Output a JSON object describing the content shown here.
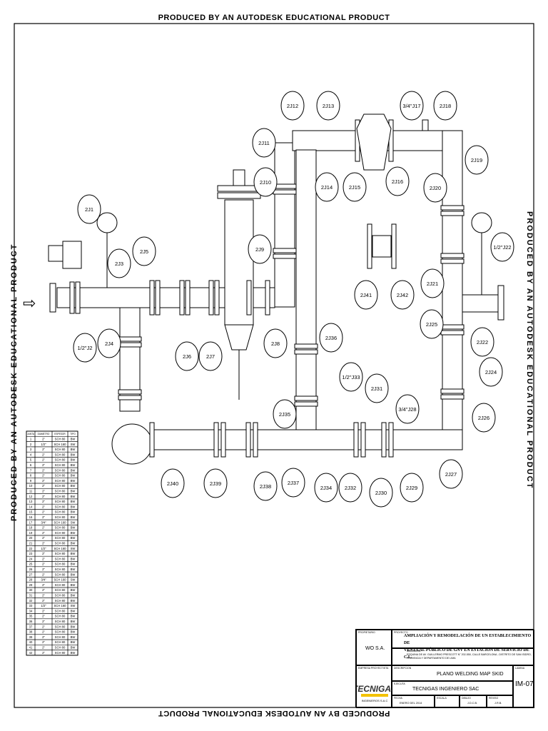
{
  "watermark": "PRODUCED BY AN AUTODESK EDUCATIONAL PRODUCT",
  "arrow_glyph": "⇨",
  "joint_labels": [
    "2J1",
    "1/2\"J2",
    "2J3",
    "2J4",
    "2J5",
    "2J6",
    "2J7",
    "2J8",
    "2J9",
    "2J10",
    "2J11",
    "2J12",
    "2J13",
    "2J14",
    "2J15",
    "2J16",
    "3/4\"J17",
    "2J18",
    "2J19",
    "2J20",
    "2J21",
    "1/2\"J22",
    "2J22",
    "2J24",
    "2J25",
    "2J26",
    "2J27",
    "3/4\"J28",
    "2J29",
    "2J30",
    "2J31",
    "2J32",
    "1/2\"J33",
    "2J34",
    "2J35",
    "2J36",
    "2J37",
    "2J38",
    "2J39",
    "2J40",
    "2J41",
    "2J42"
  ],
  "joint_table": {
    "headers": [
      "JUNTA",
      "DIAMETRO",
      "ESPESOR",
      "TIPO"
    ],
    "rows": [
      [
        "1",
        "2\"",
        "SCH 80",
        "BW"
      ],
      [
        "2",
        "1/2\"",
        "SCH 160",
        "SW"
      ],
      [
        "3",
        "2\"",
        "SCH 80",
        "BW"
      ],
      [
        "4",
        "2\"",
        "SCH 80",
        "BW"
      ],
      [
        "5",
        "2\"",
        "SCH 80",
        "BW"
      ],
      [
        "6",
        "2\"",
        "SCH 80",
        "BW"
      ],
      [
        "7",
        "2\"",
        "SCH 80",
        "BW"
      ],
      [
        "8",
        "2\"",
        "SCH 80",
        "BW"
      ],
      [
        "9",
        "2\"",
        "SCH 80",
        "BW"
      ],
      [
        "10",
        "2\"",
        "SCH 80",
        "BW"
      ],
      [
        "11",
        "2\"",
        "SCH 80",
        "BW"
      ],
      [
        "12",
        "2\"",
        "SCH 80",
        "BW"
      ],
      [
        "13",
        "2\"",
        "SCH 80",
        "BW"
      ],
      [
        "14",
        "2\"",
        "SCH 80",
        "BW"
      ],
      [
        "15",
        "2\"",
        "SCH 80",
        "BW"
      ],
      [
        "16",
        "2\"",
        "SCH 80",
        "BW"
      ],
      [
        "17",
        "3/4\"",
        "SCH 160",
        "SW"
      ],
      [
        "18",
        "2\"",
        "SCH 80",
        "BW"
      ],
      [
        "19",
        "2\"",
        "SCH 80",
        "BW"
      ],
      [
        "20",
        "2\"",
        "SCH 80",
        "BW"
      ],
      [
        "21",
        "2\"",
        "SCH 80",
        "BW"
      ],
      [
        "22",
        "1/2\"",
        "SCH 160",
        "SW"
      ],
      [
        "23",
        "2\"",
        "SCH 80",
        "BW"
      ],
      [
        "24",
        "2\"",
        "SCH 80",
        "BW"
      ],
      [
        "25",
        "2\"",
        "SCH 80",
        "BW"
      ],
      [
        "26",
        "2\"",
        "SCH 80",
        "BW"
      ],
      [
        "27",
        "2\"",
        "SCH 80",
        "BW"
      ],
      [
        "28",
        "3/4\"",
        "SCH 160",
        "SW"
      ],
      [
        "29",
        "2\"",
        "SCH 80",
        "BW"
      ],
      [
        "30",
        "2\"",
        "SCH 80",
        "BW"
      ],
      [
        "31",
        "2\"",
        "SCH 80",
        "BW"
      ],
      [
        "32",
        "2\"",
        "SCH 80",
        "BW"
      ],
      [
        "33",
        "1/2\"",
        "SCH 160",
        "SW"
      ],
      [
        "34",
        "2\"",
        "SCH 80",
        "BW"
      ],
      [
        "35",
        "2\"",
        "SCH 80",
        "BW"
      ],
      [
        "36",
        "2\"",
        "SCH 80",
        "BW"
      ],
      [
        "37",
        "2\"",
        "SCH 80",
        "BW"
      ],
      [
        "38",
        "2\"",
        "SCH 80",
        "BW"
      ],
      [
        "39",
        "2\"",
        "SCH 80",
        "BW"
      ],
      [
        "40",
        "2\"",
        "SCH 80",
        "BW"
      ],
      [
        "41",
        "2\"",
        "SCH 80",
        "BW"
      ],
      [
        "42",
        "2\"",
        "SCH 80",
        "BW"
      ]
    ]
  },
  "title_block": {
    "client_label": "PROPIETARIO",
    "client": "WO S.A.",
    "project_label": "PROYECTO",
    "project_line1": "AMPLIACIÓN Y REMODELACIÓN DE UN ESTABLECIMIENTO DE",
    "project_line2": "VENTA AL PÚBLICO DE GNV EN ESTACION DE SERVICIO DE C.L.",
    "address_label": "UBICACION",
    "address": "ESQUINA DE AV. GUILLERMO PRESCOTT N° 202-550, CALLE BARCELONA - DISTRITO DE SAN ISIDRO, PROVINCIA Y DEPARTAMENTO DE LIMA",
    "company_label": "EMPRESA PROYECTISTA",
    "plan_label": "DESCRIPCION",
    "plan_title": "PLANO WELDING MAP SKID",
    "contractor_label": "EJECUTA",
    "contractor": "TECNIGAS INGENIERO SAC",
    "sheet_label": "LAMINA",
    "sheet": "IM-07",
    "date_label": "FECHA",
    "date": "ENERO DEL 2014",
    "scale_label": "ESCALA",
    "drawn_label": "DIBUJO",
    "drawn": "J.D.C.B.",
    "checked_label": "REVISO",
    "checked": "J.R.B.",
    "logo_text": "TECNIGAS",
    "logo_sub": "INGENIEROS   S.A.C"
  }
}
